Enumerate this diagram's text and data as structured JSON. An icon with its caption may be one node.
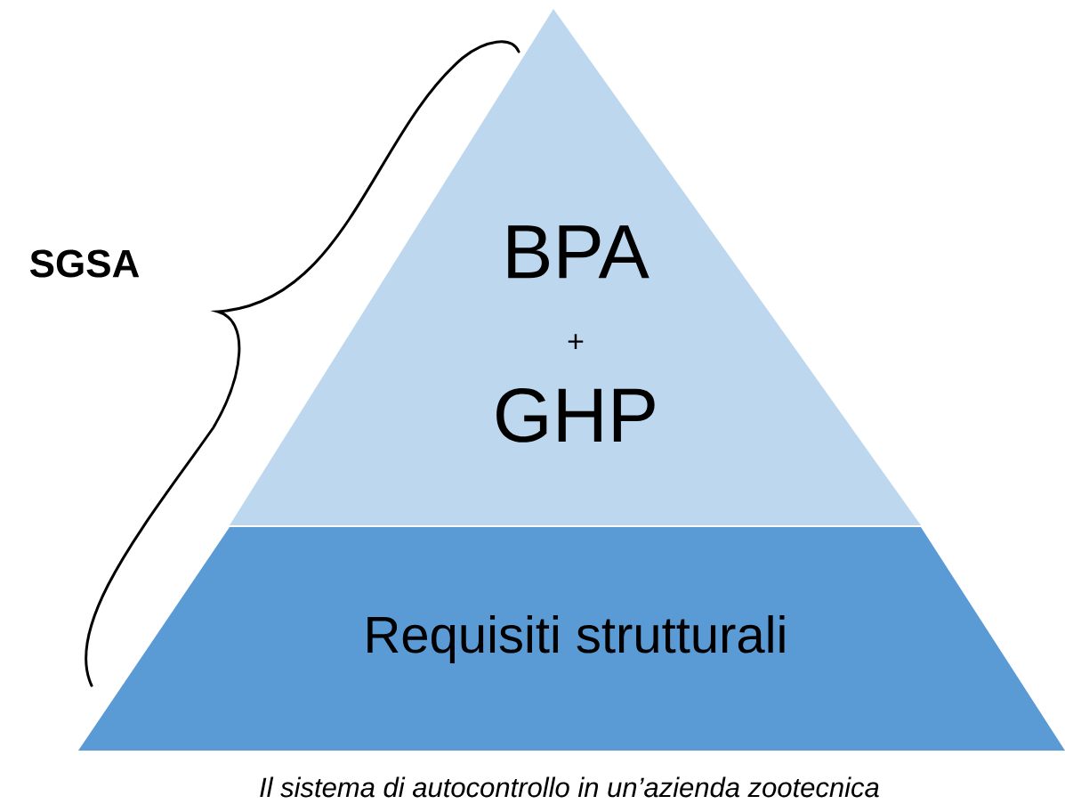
{
  "diagram": {
    "caption": "Il sistema di autocontrollo in un’azienda zootecnica",
    "nodes": [
      {
        "text": [
          "BPA",
          "+",
          "GHP"
        ]
      },
      {
        "text": [
          "Requisiti strutturali"
        ]
      }
    ],
    "labels": [
      "SGSA"
    ]
  }
}
